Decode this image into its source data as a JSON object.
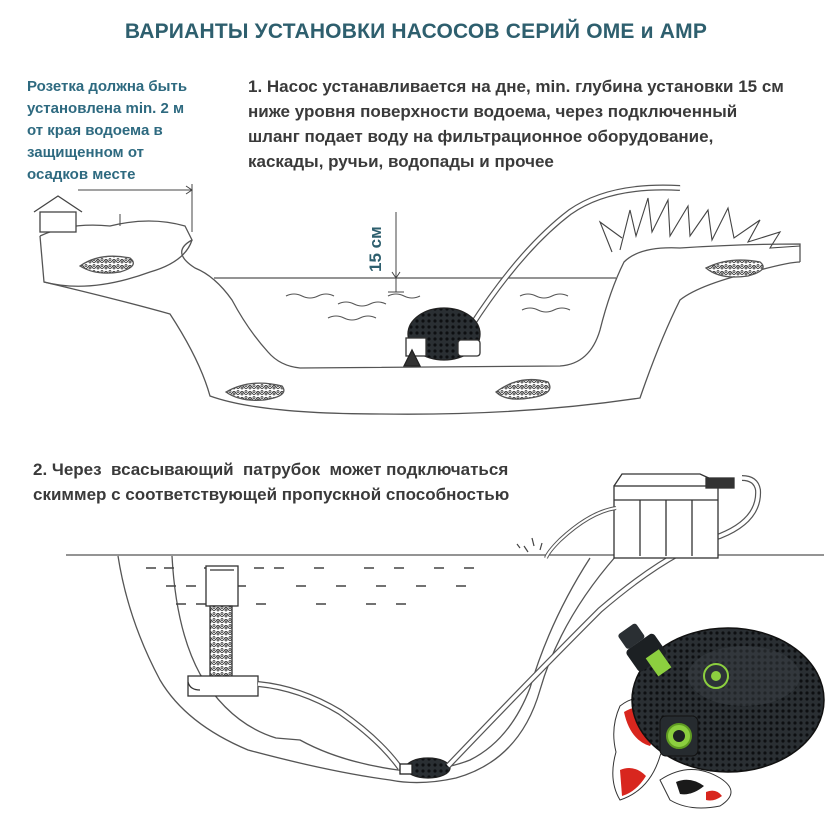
{
  "title": "ВАРИАНТЫ УСТАНОВКИ НАСОСОВ СЕРИЙ OME и AMP",
  "socket_note": [
    "Розетка должна быть",
    "установлена min. 2 м",
    "от края водоема в",
    "защищенном от",
    "осадков месте"
  ],
  "step1": [
    "1. Насос устанавливается на дне, min. глубина установки 15 см",
    "ниже уровня поверхности водоема, через подключенный",
    "шланг подает воду на фильтрационное оборудование,",
    "каскады, ручьи, водопады и прочее"
  ],
  "step2": [
    "2. Через  всасывающий  патрубок  может подключаться",
    "скиммер с соответствующей пропускной способностью"
  ],
  "depth_label": "15 см",
  "colors": {
    "heading": "#2e5f6e",
    "note": "#2e6a80",
    "text": "#3a3a3a",
    "line": "#555555",
    "pump_body": "#1f2326",
    "pump_accent": "#8ccf3f",
    "koi_red": "#d8261e"
  }
}
